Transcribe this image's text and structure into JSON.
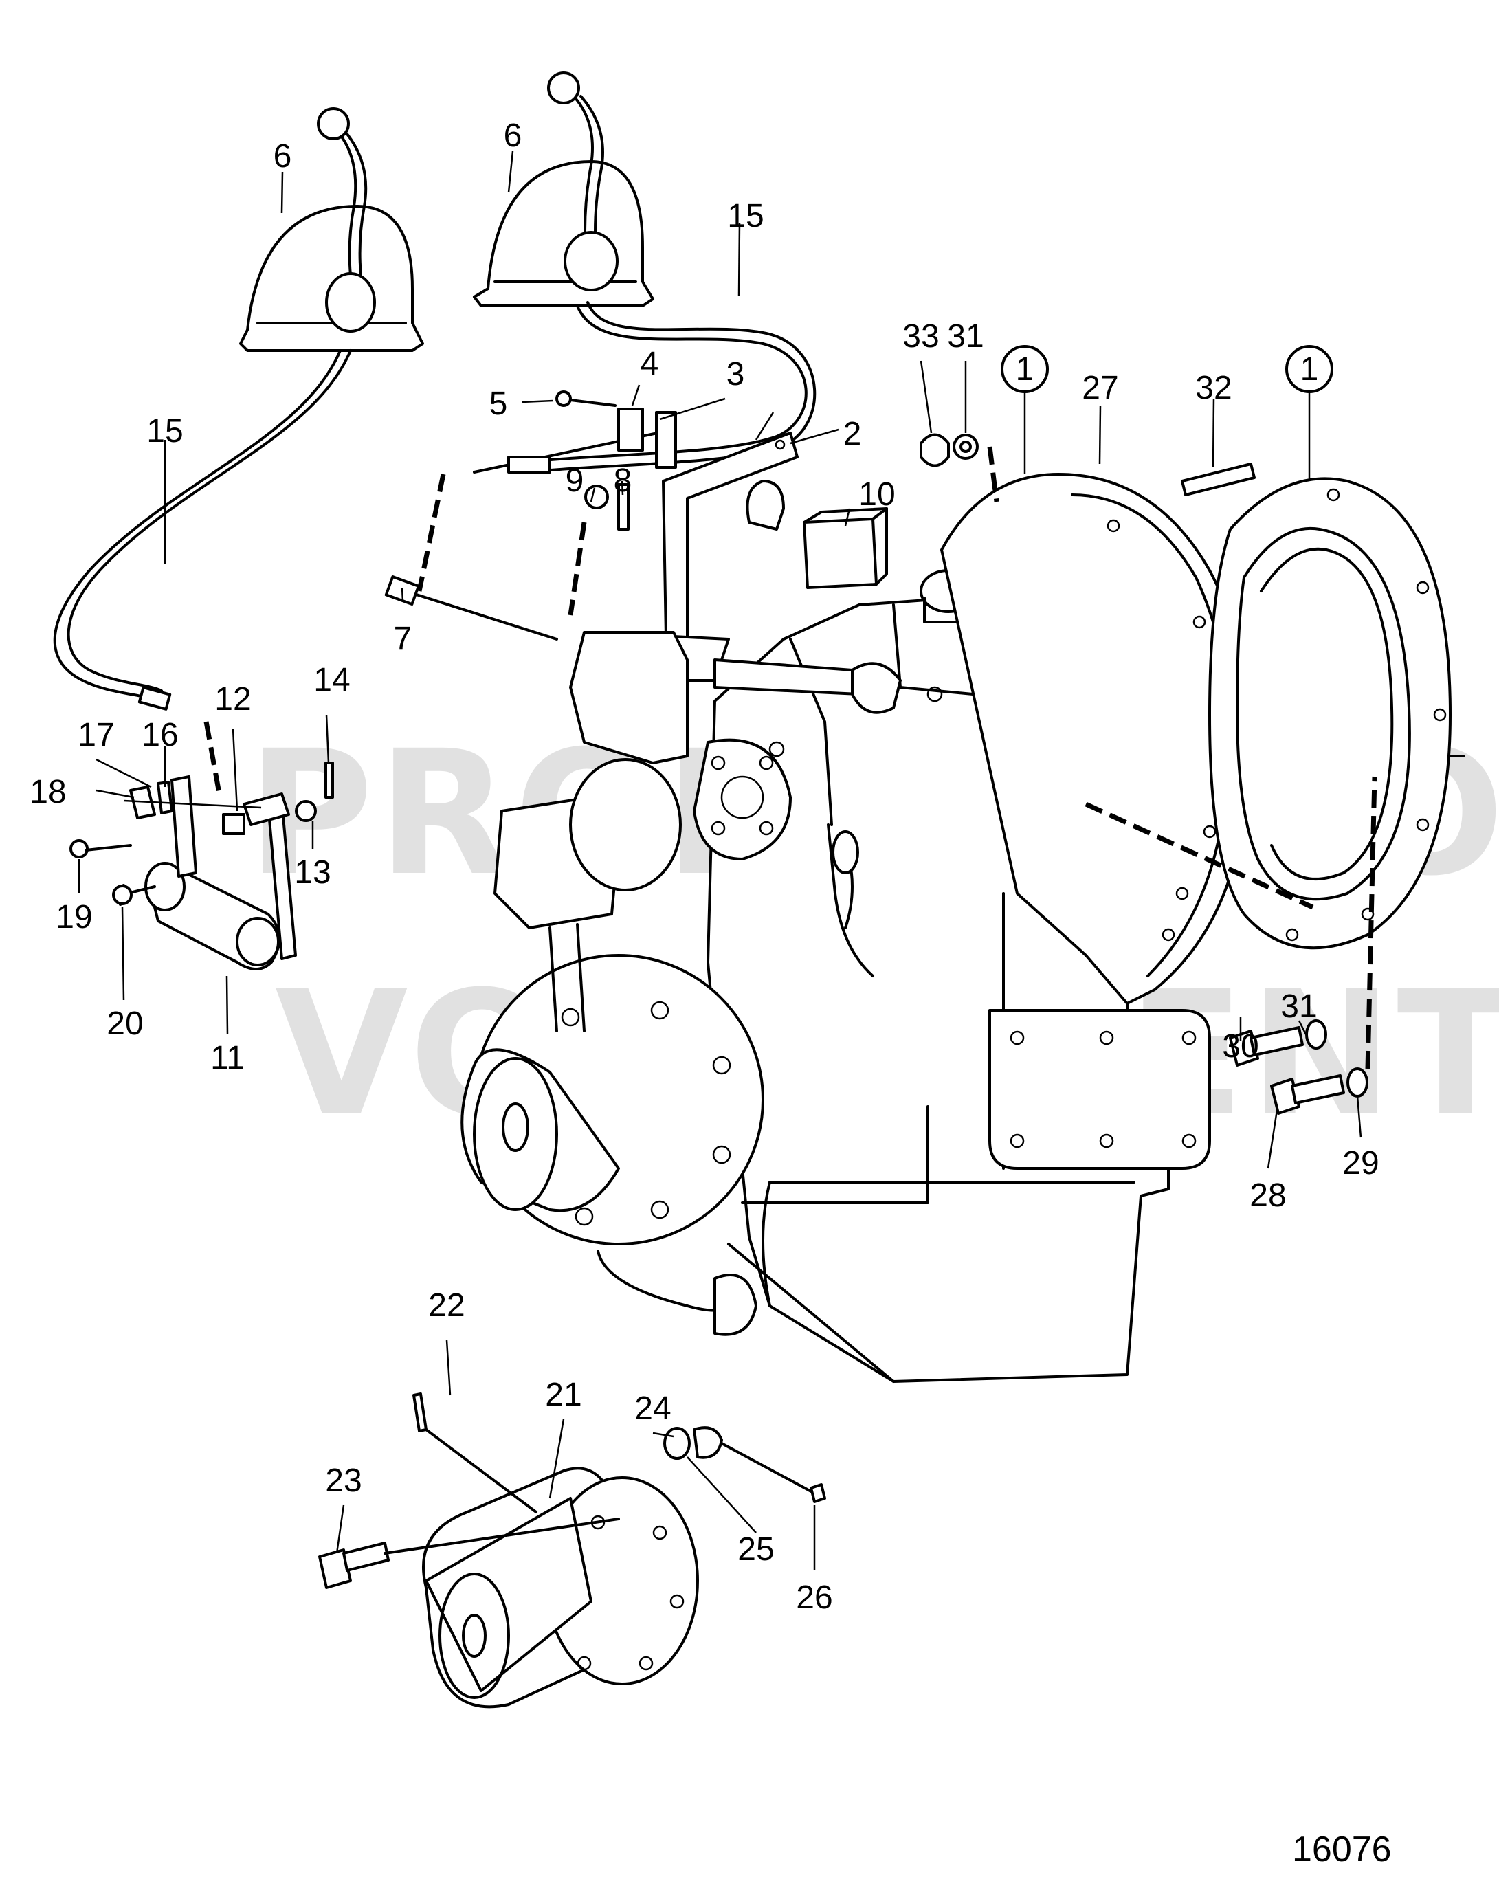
{
  "diagram": {
    "figure_number": "16076",
    "watermark": {
      "line1": "PROPERTY OF",
      "line2": "VOLVO PENTA"
    },
    "callouts": {
      "c1a": "1",
      "c1b": "1",
      "c2": "2",
      "c3": "3",
      "c4": "4",
      "c5": "5",
      "c6a": "6",
      "c6b": "6",
      "c7": "7",
      "c8": "8",
      "c9": "9",
      "c10": "10",
      "c11": "11",
      "c12": "12",
      "c13": "13",
      "c14": "14",
      "c15a": "15",
      "c15b": "15",
      "c16": "16",
      "c17": "17",
      "c18": "18",
      "c19": "19",
      "c20": "20",
      "c21": "21",
      "c22": "22",
      "c23": "23",
      "c24": "24",
      "c25": "25",
      "c26": "26",
      "c27": "27",
      "c28": "28",
      "c29": "29",
      "c30": "30",
      "c31a": "31",
      "c31b": "31",
      "c32": "32",
      "c33": "33"
    }
  }
}
